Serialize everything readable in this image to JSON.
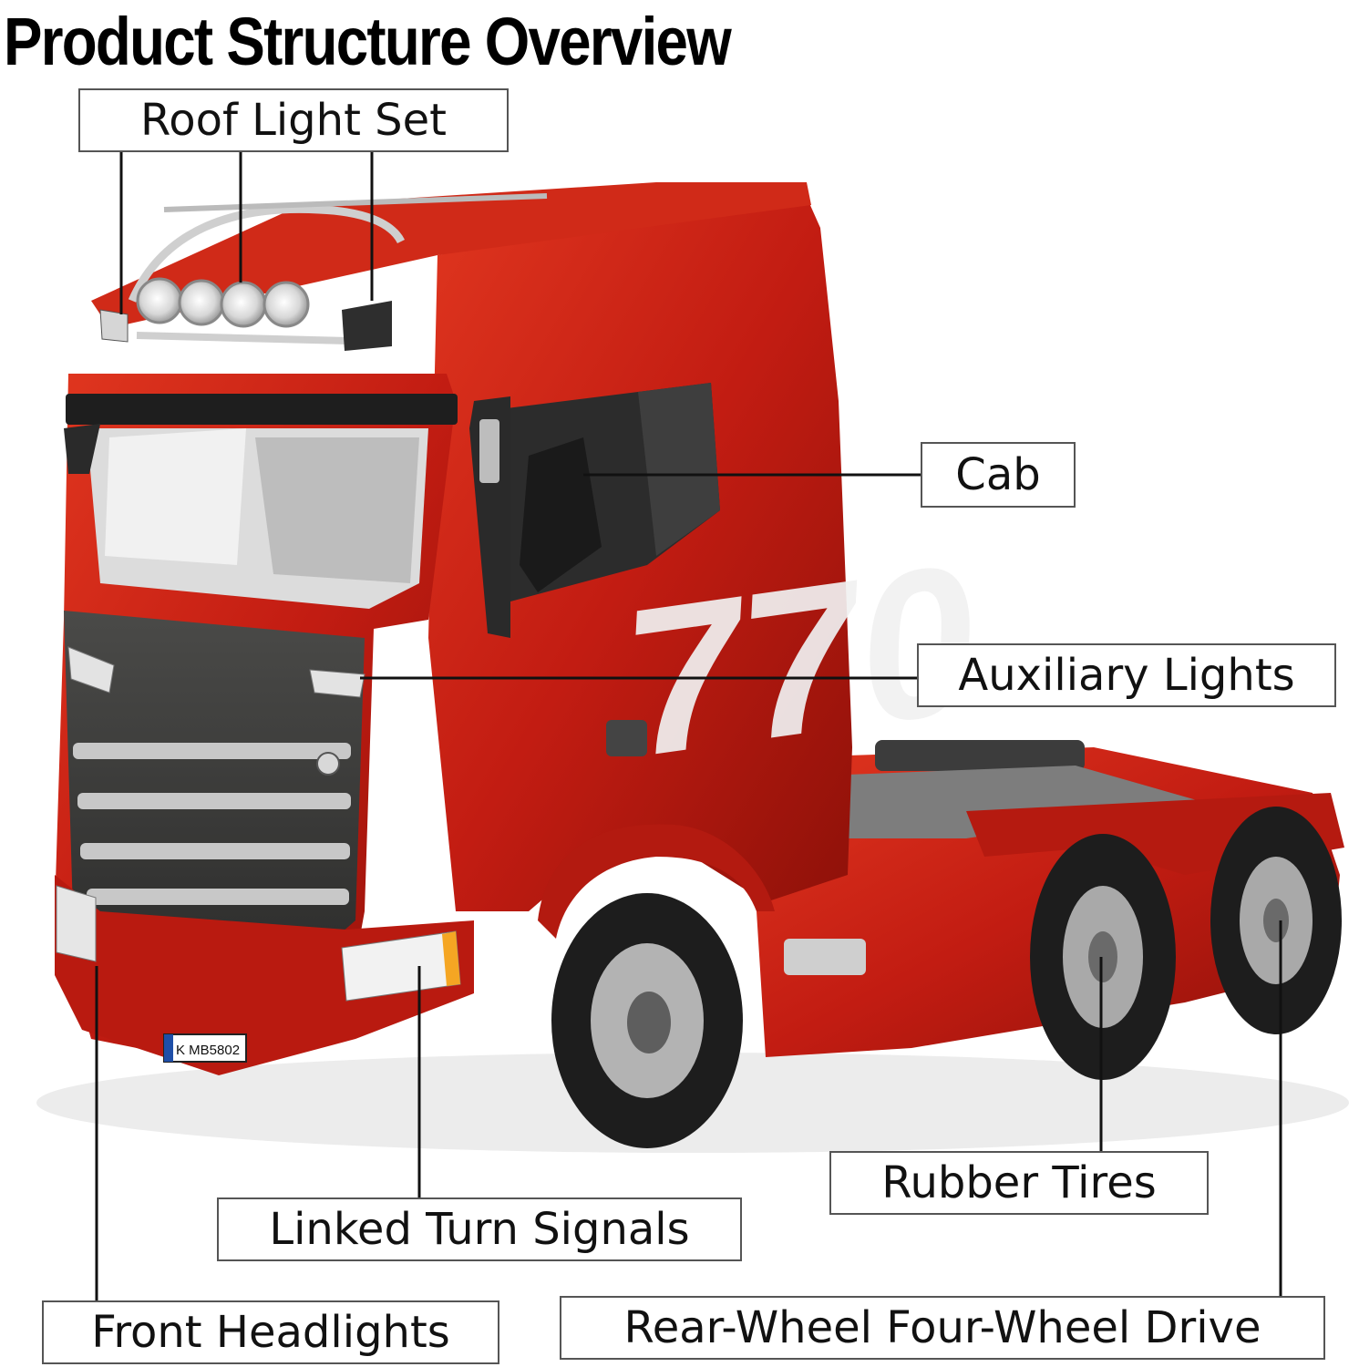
{
  "title": "Product Structure Overview",
  "labels": {
    "roof_light_set": "Roof Light Set",
    "cab": "Cab",
    "auxiliary_lights": "Auxiliary Lights",
    "rubber_tires": "Rubber Tires",
    "linked_turn_signals": "Linked Turn Signals",
    "front_headlights": "Front Headlights",
    "rear_wheel_drive": "Rear-Wheel Four-Wheel Drive"
  },
  "truck": {
    "side_number": "770",
    "license_plate": "K MB5802",
    "body_color": "#c21c12"
  }
}
